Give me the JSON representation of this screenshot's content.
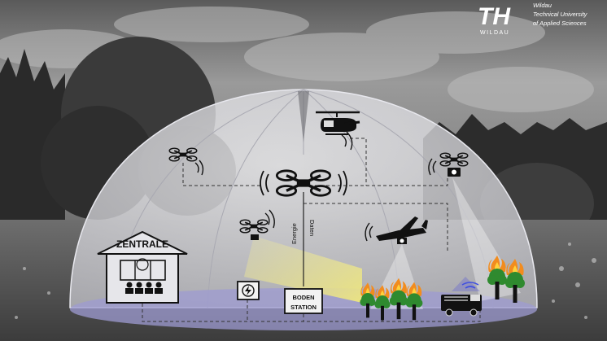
{
  "logo": {
    "mark": "TH",
    "abbrev": "WILDAU",
    "line1": "Wildau",
    "line2": "Technical University",
    "line3": "of Applied Sciences"
  },
  "labels": {
    "zentrale": "ZENTRALE",
    "boden_line1": "BODEN",
    "boden_line2": "STATION",
    "energie": "Energie",
    "daten": "Daten"
  },
  "icons": {
    "building": "building-icon",
    "drone": "quadcopter-icon",
    "helicopter": "helicopter-icon",
    "plane": "fixed-wing-aircraft-icon",
    "charger": "lightning-charger-icon",
    "truck": "fire-truck-icon",
    "fire": "burning-tree-icon"
  },
  "colors": {
    "sky": "#8a8a8a",
    "dome": "#d9d9de",
    "ground_band": "#9d9bd2",
    "beam": "#f2ec8a",
    "fire_orange": "#f28c1e",
    "fire_yellow": "#ffd23c",
    "tree_green": "#2f8a2f"
  }
}
